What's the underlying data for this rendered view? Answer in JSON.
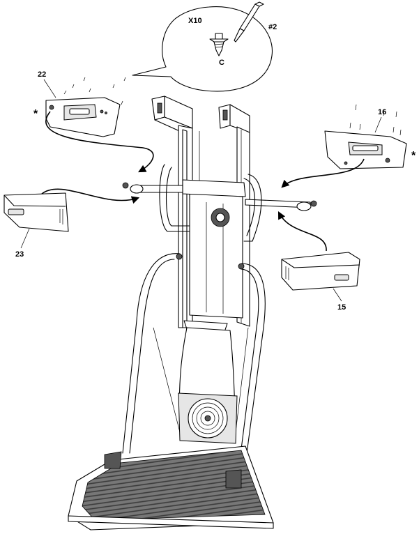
{
  "labels": {
    "screws_qty": "X10",
    "screw_letter": "C",
    "hex_key": "#2",
    "part_22": "22",
    "part_16": "16",
    "part_23": "23",
    "part_15": "15",
    "star_left": "*",
    "star_right": "*"
  }
}
